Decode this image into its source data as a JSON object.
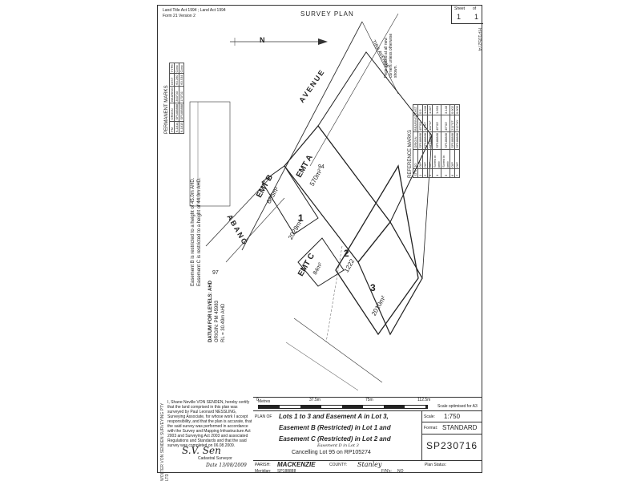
{
  "header": {
    "act_line": "Land Title Act 1994 ; Land Act 1994",
    "form_line": "Form 21 Version 2",
    "title": "SURVEY PLAN",
    "sheet_label": "Sheet",
    "sheet_num": "1",
    "sheet_of": "1"
  },
  "side_ref": "RP105274",
  "plan": {
    "road_avenue": "AVENUE",
    "road_abang": "ABANG",
    "road_other": "TIRA AVENUE",
    "emt_a": "EMT A",
    "emt_a_area": "570m²",
    "emt_b": "EMT B",
    "emt_b_area": "685m²",
    "emt_c": "EMT C",
    "emt_c_area": "84m²",
    "lot1": "1",
    "lot1_area": "2029m²",
    "lot2": "2",
    "lot2_area": "1222",
    "lot3": "3",
    "lot3_area": "2010m²",
    "lot94": "94",
    "lot97": "97",
    "note_corners": "Pegs placed at all new corners unless otherwise shown.",
    "easement_note_b": "Easement B is restricted to a height of 45.0m AHD.",
    "easement_note_c": "Easement C is restricted to a height of 44.0m AHD.",
    "datum": "DATUM FOR LEVELS: AHD",
    "origin": "ORIGIN: PM 45983",
    "rl": "RL = 30.49m AHD",
    "north": "N"
  },
  "permanent_marks": {
    "title": "PERMANENT MARKS",
    "headers": [
      "PM",
      "ORIGIN",
      "BEARING",
      "DIST",
      "TYPE"
    ],
    "rows": [
      [
        "6-1814",
        "SP1/88888",
        "300°00'",
        "60.260",
        "Conc"
      ],
      [
        "6-1815",
        "SP1/88888",
        "170°01'",
        "60.534",
        "Conc"
      ]
    ]
  },
  "reference_marks": {
    "title": "REFERENCE MARKS",
    "headers": [
      "STN",
      "TO",
      "ORIGIN",
      "BEARING",
      "DIST"
    ],
    "rows": [
      [
        "1",
        "OIP",
        "SP188888",
        "45°00'",
        "0.5"
      ],
      [
        "2",
        "OIP",
        "SP188888",
        "41°07'",
        "1.648"
      ],
      [
        "3",
        "OIP",
        "SP188888",
        "111°07'",
        "1.027"
      ],
      [
        "4",
        "Screw in kerb",
        "SP188888",
        "45°00'",
        "1.660"
      ],
      [
        "5",
        "Screw in kerb",
        "SP188888",
        "45°00'",
        "3.148"
      ],
      [
        "6",
        "OIP",
        "SP188888",
        "211°07'",
        "0.902"
      ],
      [
        "7",
        "OIP",
        "SP188888",
        "212°00'",
        "0.905"
      ]
    ]
  },
  "scale_bar": {
    "units": "Metres",
    "ticks": [
      "0",
      "37.5m",
      "75m",
      "112.5m"
    ],
    "note": "Scale optimised for A3"
  },
  "certificate": {
    "text": "I, Shane Neville VON SENDEN, hereby certify that the land comprised in this plan was surveyed by Paul Leonard NESSLING, Surveying Associate, for whose work I accept responsibility, and that the plan is accurate, that the said survey was performed in accordance with the Survey and Mapping Infrastructure Act 2003 and Surveying Act 2003 and associated Regulations and Standards and that the said survey was completed on 06.08.2009.",
    "role": "Cadastral Surveyor",
    "date": "Date 13/08/2009",
    "signature": "S.V. Sen"
  },
  "left_edge": "WOLTER VON SENDEN SURVEYING PTY LTD",
  "plan_block": {
    "plan_of_label": "PLAN OF",
    "line1": "Lots 1 to 3 and Easement A in Lot 3,",
    "line2": "Easement B (Restricted) in Lot 1 and",
    "line3": "Easement C (Restricted) in Lot 2 and",
    "line3_hand": "Easement D in Lot 3",
    "line4": "Cancelling Lot 95 on RP105274",
    "scale_label": "Scale:",
    "scale": "1:750",
    "format_label": "Format:",
    "format": "STANDARD",
    "plan_number": "SP230716",
    "parish_label": "PARISH:",
    "parish": "MACKENZIE",
    "county_label": "COUNTY:",
    "county": "Stanley",
    "meridian_label": "Meridian:",
    "meridian": "SP188888",
    "fn_label": "F/N's:",
    "fn": "NO",
    "status_label": "Plan Status:"
  }
}
